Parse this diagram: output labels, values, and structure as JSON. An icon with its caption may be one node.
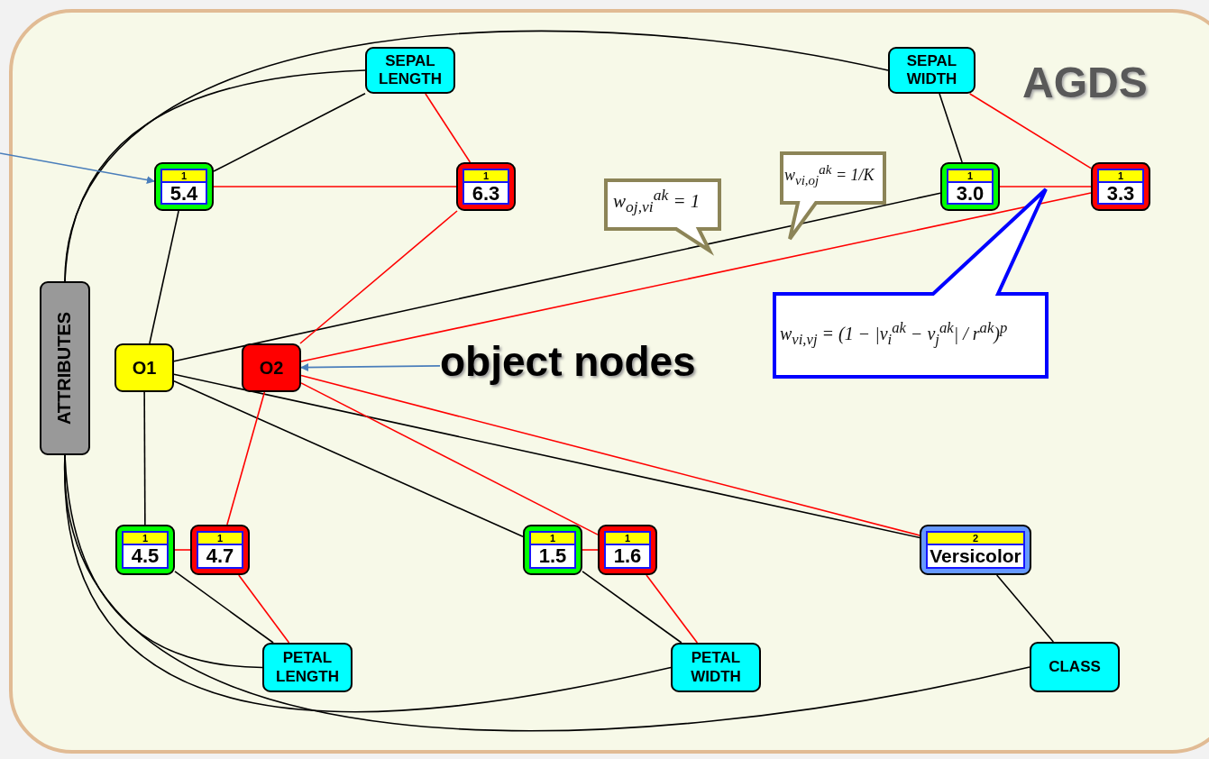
{
  "diagram": {
    "nodes": [
      {
        "text": [
          "ATTRIBUTES"
        ]
      },
      {
        "text": [
          "SEPAL LENGTH"
        ]
      },
      {
        "text": [
          "SEPAL WIDTH"
        ]
      },
      {
        "text": [
          "1",
          "5.4"
        ]
      },
      {
        "text": [
          "1",
          "6.3"
        ]
      },
      {
        "text": [
          "1",
          "3.0"
        ]
      },
      {
        "text": [
          "1",
          "3.3"
        ]
      },
      {
        "text": [
          "O1"
        ]
      },
      {
        "text": [
          "O2"
        ]
      },
      {
        "text": [
          "1",
          "4.5"
        ]
      },
      {
        "text": [
          "1",
          "4.7"
        ]
      },
      {
        "text": [
          "1",
          "1.5"
        ]
      },
      {
        "text": [
          "1",
          "1.6"
        ]
      },
      {
        "text": [
          "2",
          "Versicolor"
        ]
      },
      {
        "text": [
          "PETAL LENGTH"
        ]
      },
      {
        "text": [
          "PETAL WIDTH"
        ]
      },
      {
        "text": [
          "CLASS"
        ]
      },
      {
        "text": [
          "w$_{oj,vi}$$^{ak}$ = 1"
        ]
      },
      {
        "text": [
          "w$_{vi,oj}$$^{ak}$ = 1/K"
        ]
      },
      {
        "text": [
          "w$_{vi,vj}$ = (1 − |v$_{i}$$^{ak}$ − v$_{j}$$^{ak}$| / r$^{ak}$)$^{p}$"
        ]
      },
      {
        "text": [
          "object nodes"
        ]
      }
    ],
    "edges": [
      {
        "from": 0,
        "to": 1,
        "arrow": "none"
      },
      {
        "from": 0,
        "to": 2,
        "arrow": "none"
      },
      {
        "from": 0,
        "to": 14,
        "arrow": "none"
      },
      {
        "from": 0,
        "to": 15,
        "arrow": "none"
      },
      {
        "from": 0,
        "to": 16,
        "arrow": "none"
      },
      {
        "from": 1,
        "to": 3,
        "arrow": "none"
      },
      {
        "from": 1,
        "to": 4,
        "arrow": "none",
        "color": "#ff0000"
      },
      {
        "from": 3,
        "to": 4,
        "arrow": "none",
        "color": "#ff0000"
      },
      {
        "from": 2,
        "to": 5,
        "arrow": "none"
      },
      {
        "from": 2,
        "to": 6,
        "arrow": "none",
        "color": "#ff0000"
      },
      {
        "from": 5,
        "to": 6,
        "arrow": "none",
        "color": "#ff0000"
      },
      {
        "from": 7,
        "to": 3,
        "arrow": "none"
      },
      {
        "from": 7,
        "to": 5,
        "arrow": "none"
      },
      {
        "from": 8,
        "to": 4,
        "arrow": "none",
        "color": "#ff0000"
      },
      {
        "from": 8,
        "to": 6,
        "arrow": "none",
        "color": "#ff0000"
      },
      {
        "from": 7,
        "to": 9,
        "arrow": "none"
      },
      {
        "from": 7,
        "to": 11,
        "arrow": "none"
      },
      {
        "from": 7,
        "to": 13,
        "arrow": "none"
      },
      {
        "from": 8,
        "to": 10,
        "arrow": "none",
        "color": "#ff0000"
      },
      {
        "from": 8,
        "to": 12,
        "arrow": "none",
        "color": "#ff0000"
      },
      {
        "from": 8,
        "to": 13,
        "arrow": "none",
        "color": "#ff0000"
      },
      {
        "from": 9,
        "to": 10,
        "arrow": "none",
        "color": "#ff0000"
      },
      {
        "from": 11,
        "to": 12,
        "arrow": "none",
        "color": "#ff0000"
      },
      {
        "from": 9,
        "to": 14,
        "arrow": "none"
      },
      {
        "from": 10,
        "to": 14,
        "arrow": "none",
        "color": "#ff0000"
      },
      {
        "from": 11,
        "to": 15,
        "arrow": "none"
      },
      {
        "from": 12,
        "to": 15,
        "arrow": "none",
        "color": "#ff0000"
      },
      {
        "from": 13,
        "to": 16,
        "arrow": "none"
      },
      {
        "from": 20,
        "to": 8,
        "arrow": "to",
        "color": "#4a7ebb"
      },
      {
        "from": null,
        "to": 3,
        "arrow": "to",
        "color": "#4a7ebb"
      }
    ],
    "labels": [
      "AGDS"
    ]
  }
}
